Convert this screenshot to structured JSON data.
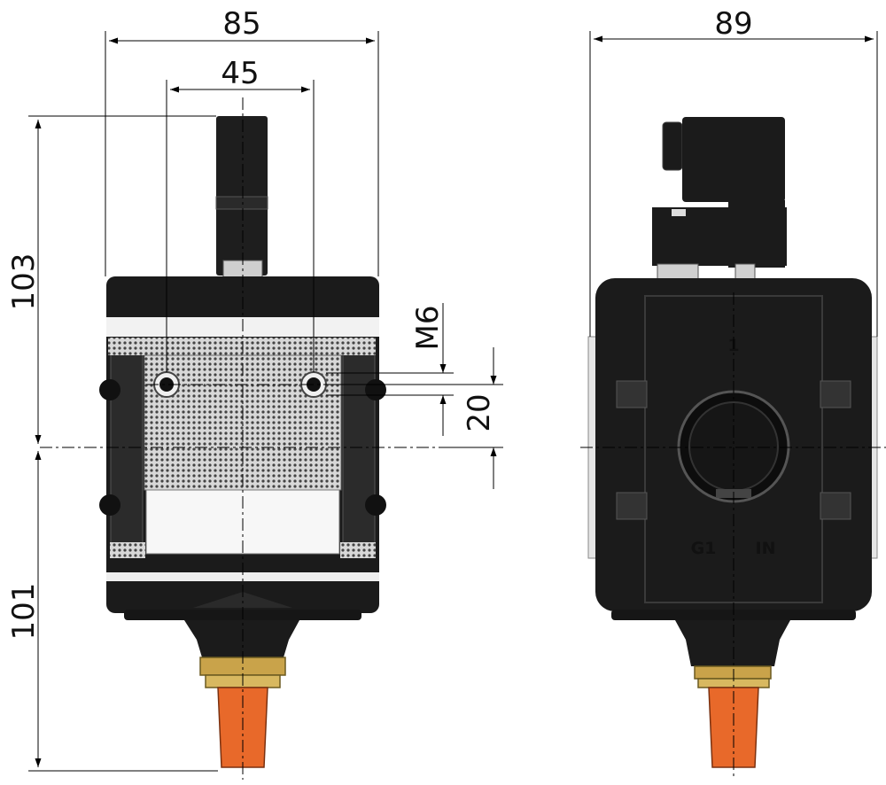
{
  "dimensions": {
    "front_width": "85",
    "hole_spacing": "45",
    "upper_height": "103",
    "lower_height": "101",
    "thread": "M6",
    "thread_offset": "20",
    "side_width": "89"
  },
  "port_labels": {
    "port_number": "1",
    "thread_size": "G1",
    "direction": "IN"
  },
  "colors": {
    "body": "#1b1b1b",
    "band": "#f2f2f2",
    "brass": "#c9a34a",
    "silencer": "#e8692a",
    "line": "#000000"
  }
}
